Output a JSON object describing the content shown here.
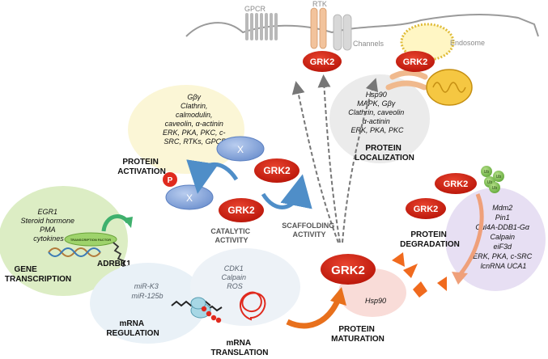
{
  "membrane": {
    "gpcr": "GPCR",
    "rtk": "RTK",
    "channels": "Channels",
    "endosome": "Endosome"
  },
  "grk2": "GRK2",
  "protein_activation": {
    "title_line1": "PROTEIN",
    "title_line2": "ACTIVATION",
    "factors": [
      "Gβγ",
      "Clathrin,",
      "calmodulin,",
      "caveolin, α-actinin",
      "ERK, PKA, PKC, c-",
      "SRC, RTKs, GPCR"
    ],
    "x_label": "X",
    "p_label": "P",
    "catalytic_line1": "CATALYTIC",
    "catalytic_line2": "ACTIVITY",
    "scaffolding_line1": "SCAFFOLDING",
    "scaffolding_line2": "ACTIVITY"
  },
  "protein_localization": {
    "title_line1": "PROTEIN",
    "title_line2": "LOCALIZATION",
    "factors": [
      "Hsp90",
      "MAPK, Gβγ",
      "Clathrin, caveolin",
      "α-actinin",
      "ERK, PKA, PKC"
    ]
  },
  "protein_degradation": {
    "title_line1": "PROTEIN",
    "title_line2": "DEGRADATION",
    "factors": [
      "Mdm2",
      "Pin1",
      "Cul4A-DDB1-Gα",
      "Calpain",
      "eiF3d",
      "ERK, PKA, c-SRC",
      "lcnRNA UCA1"
    ],
    "ub_label": "Ub"
  },
  "gene_transcription": {
    "title_line1": "GENE",
    "title_line2": "TRANSCRIPTION",
    "factors": [
      "EGR1",
      "Steroid hormone",
      "PMA",
      "cytokines"
    ],
    "transcription_factor": "TRANSCRIPTION FACTOR",
    "gene": "ADRBK1"
  },
  "mrna_regulation": {
    "title_line1": "mRNA",
    "title_line2": "REGULATION",
    "factors": [
      "miR-K3",
      "miR-125b"
    ]
  },
  "mrna_translation": {
    "title_line1": "mRNA",
    "title_line2": "TRANSLATION",
    "factors": [
      "CDK1",
      "Calpain",
      "ROS"
    ]
  },
  "protein_maturation": {
    "title_line1": "PROTEIN",
    "title_line2": "MATURATION",
    "factor": "Hsp90"
  }
}
